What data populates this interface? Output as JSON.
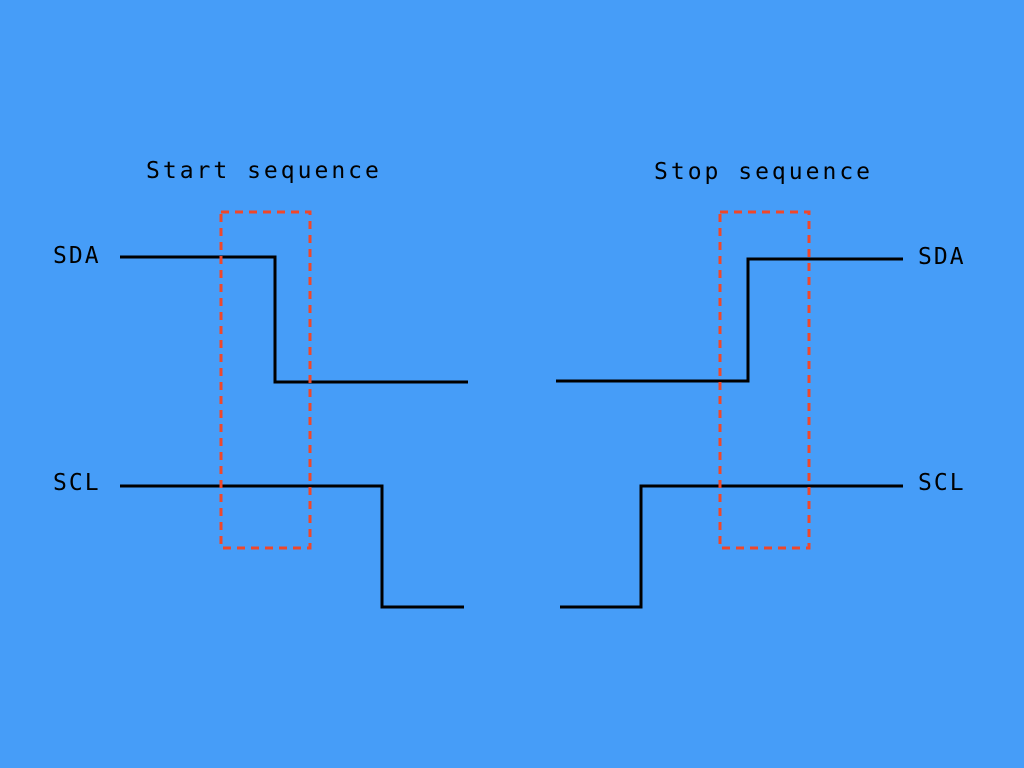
{
  "start": {
    "title": "Start sequence",
    "sda_label": "SDA",
    "scl_label": "SCL"
  },
  "stop": {
    "title": "Stop sequence",
    "sda_label": "SDA",
    "scl_label": "SCL"
  },
  "colors": {
    "background": "#469df8",
    "signal": "#000000",
    "highlight": "#f0472a"
  }
}
